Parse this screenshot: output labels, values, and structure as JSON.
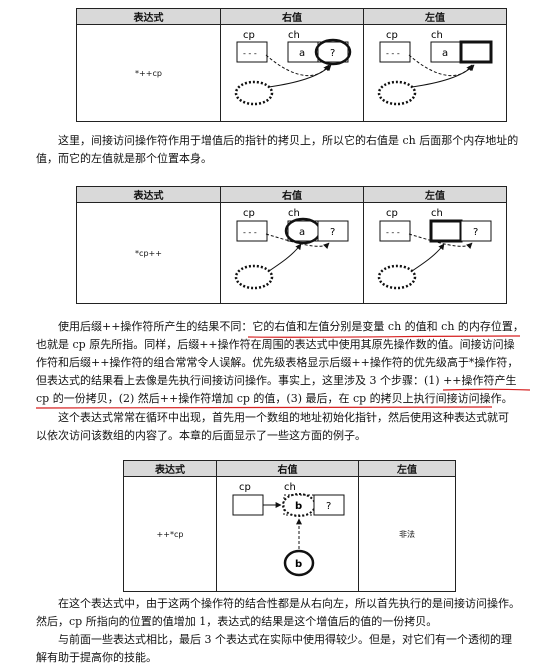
{
  "headers": {
    "expr": "表达式",
    "rvalue": "右值",
    "lvalue": "左值"
  },
  "diagram_labels": {
    "cp": "cp",
    "ch": "ch",
    "a": "a",
    "b": "b",
    "q": "?",
    "dashes": "- - -"
  },
  "tables": [
    {
      "expression": "*++cp",
      "lvalue_text": ""
    },
    {
      "expression": "*cp++",
      "lvalue_text": ""
    },
    {
      "expression": "++*cp",
      "lvalue_text": "非法"
    }
  ],
  "paragraphs": {
    "p1": [
      "这里，间接访问操作符作用于增值后的指针的拷贝上，所以它的右值是 ch 后面那个内存地址的",
      "值，而它的左值就是那个位置本身。"
    ],
    "p2": [
      "使用后缀++操作符所产生的结果不同：它的右值和左值分别是变量 ch 的值和 ch 的内存位置，",
      "也就是 cp 原先所指。同样，后缀++操作符在周围的表达式中使用其原先操作数的值。间接访问操",
      "作符和后缀++操作符的组合常常令人误解。优先级表格显示后缀++操作符的优先级高于*操作符，",
      "但表达式的结果看上去像是先执行间接访问操作。事实上，这里涉及 3 个步骤：(1) ++操作符产生",
      "cp 的一份拷贝，(2) 然后++操作符增加 cp 的值，(3) 最后，在 cp 的拷贝上执行间接访问操作。"
    ],
    "p3": [
      "这个表达式常常在循环中出现，首先用一个数组的地址初始化指针，然后使用这种表达式就可",
      "以依次访问该数组的内容了。本章的后面显示了一些这方面的例子。"
    ],
    "p4": [
      "在这个表达式中，由于这两个操作符的结合性都是从右向左，所以首先执行的是间接访问操作。",
      "然后，cp 所指向的位置的值增加 1，表达式的结果是这个增值后的值的一份拷贝。"
    ],
    "p5": [
      "与前面一些表达式相比，最后 3 个表达式在实际中使用得较少。但是，对它们有一个透彻的理",
      "解有助于提高你的技能。"
    ]
  }
}
